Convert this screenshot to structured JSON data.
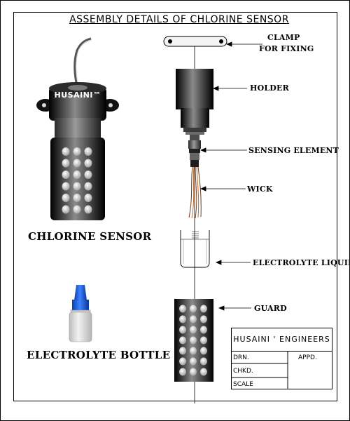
{
  "title": "ASSEMBLY DETAILS OF CHLORINE SENSOR",
  "callouts": {
    "clamp_line1": "CLAMP",
    "clamp_line2": "FOR FIXING",
    "holder": "HOLDER",
    "sensing_element": "SENSING ELEMENT",
    "wick": "WICK",
    "electrolyte_liquid": "ELECTROLYTE LIQUID",
    "guard": "GUARD"
  },
  "labels": {
    "chlorine_sensor": "CHLORINE SENSOR",
    "electrolyte_bottle": "ELECTROLYTE BOTTLE",
    "sensor_brand": "HUSAINI™"
  },
  "title_block": {
    "company": "HUSAINI ' ENGINEERS",
    "drn": "DRN.",
    "appd": "APPD.",
    "chkd": "CHKD.",
    "scale": "SCALE"
  },
  "colors": {
    "sensor_dark": "#1a1a1a",
    "bottle_cap": "#1e5fd6",
    "bottle_body": "#dcdcdc"
  }
}
